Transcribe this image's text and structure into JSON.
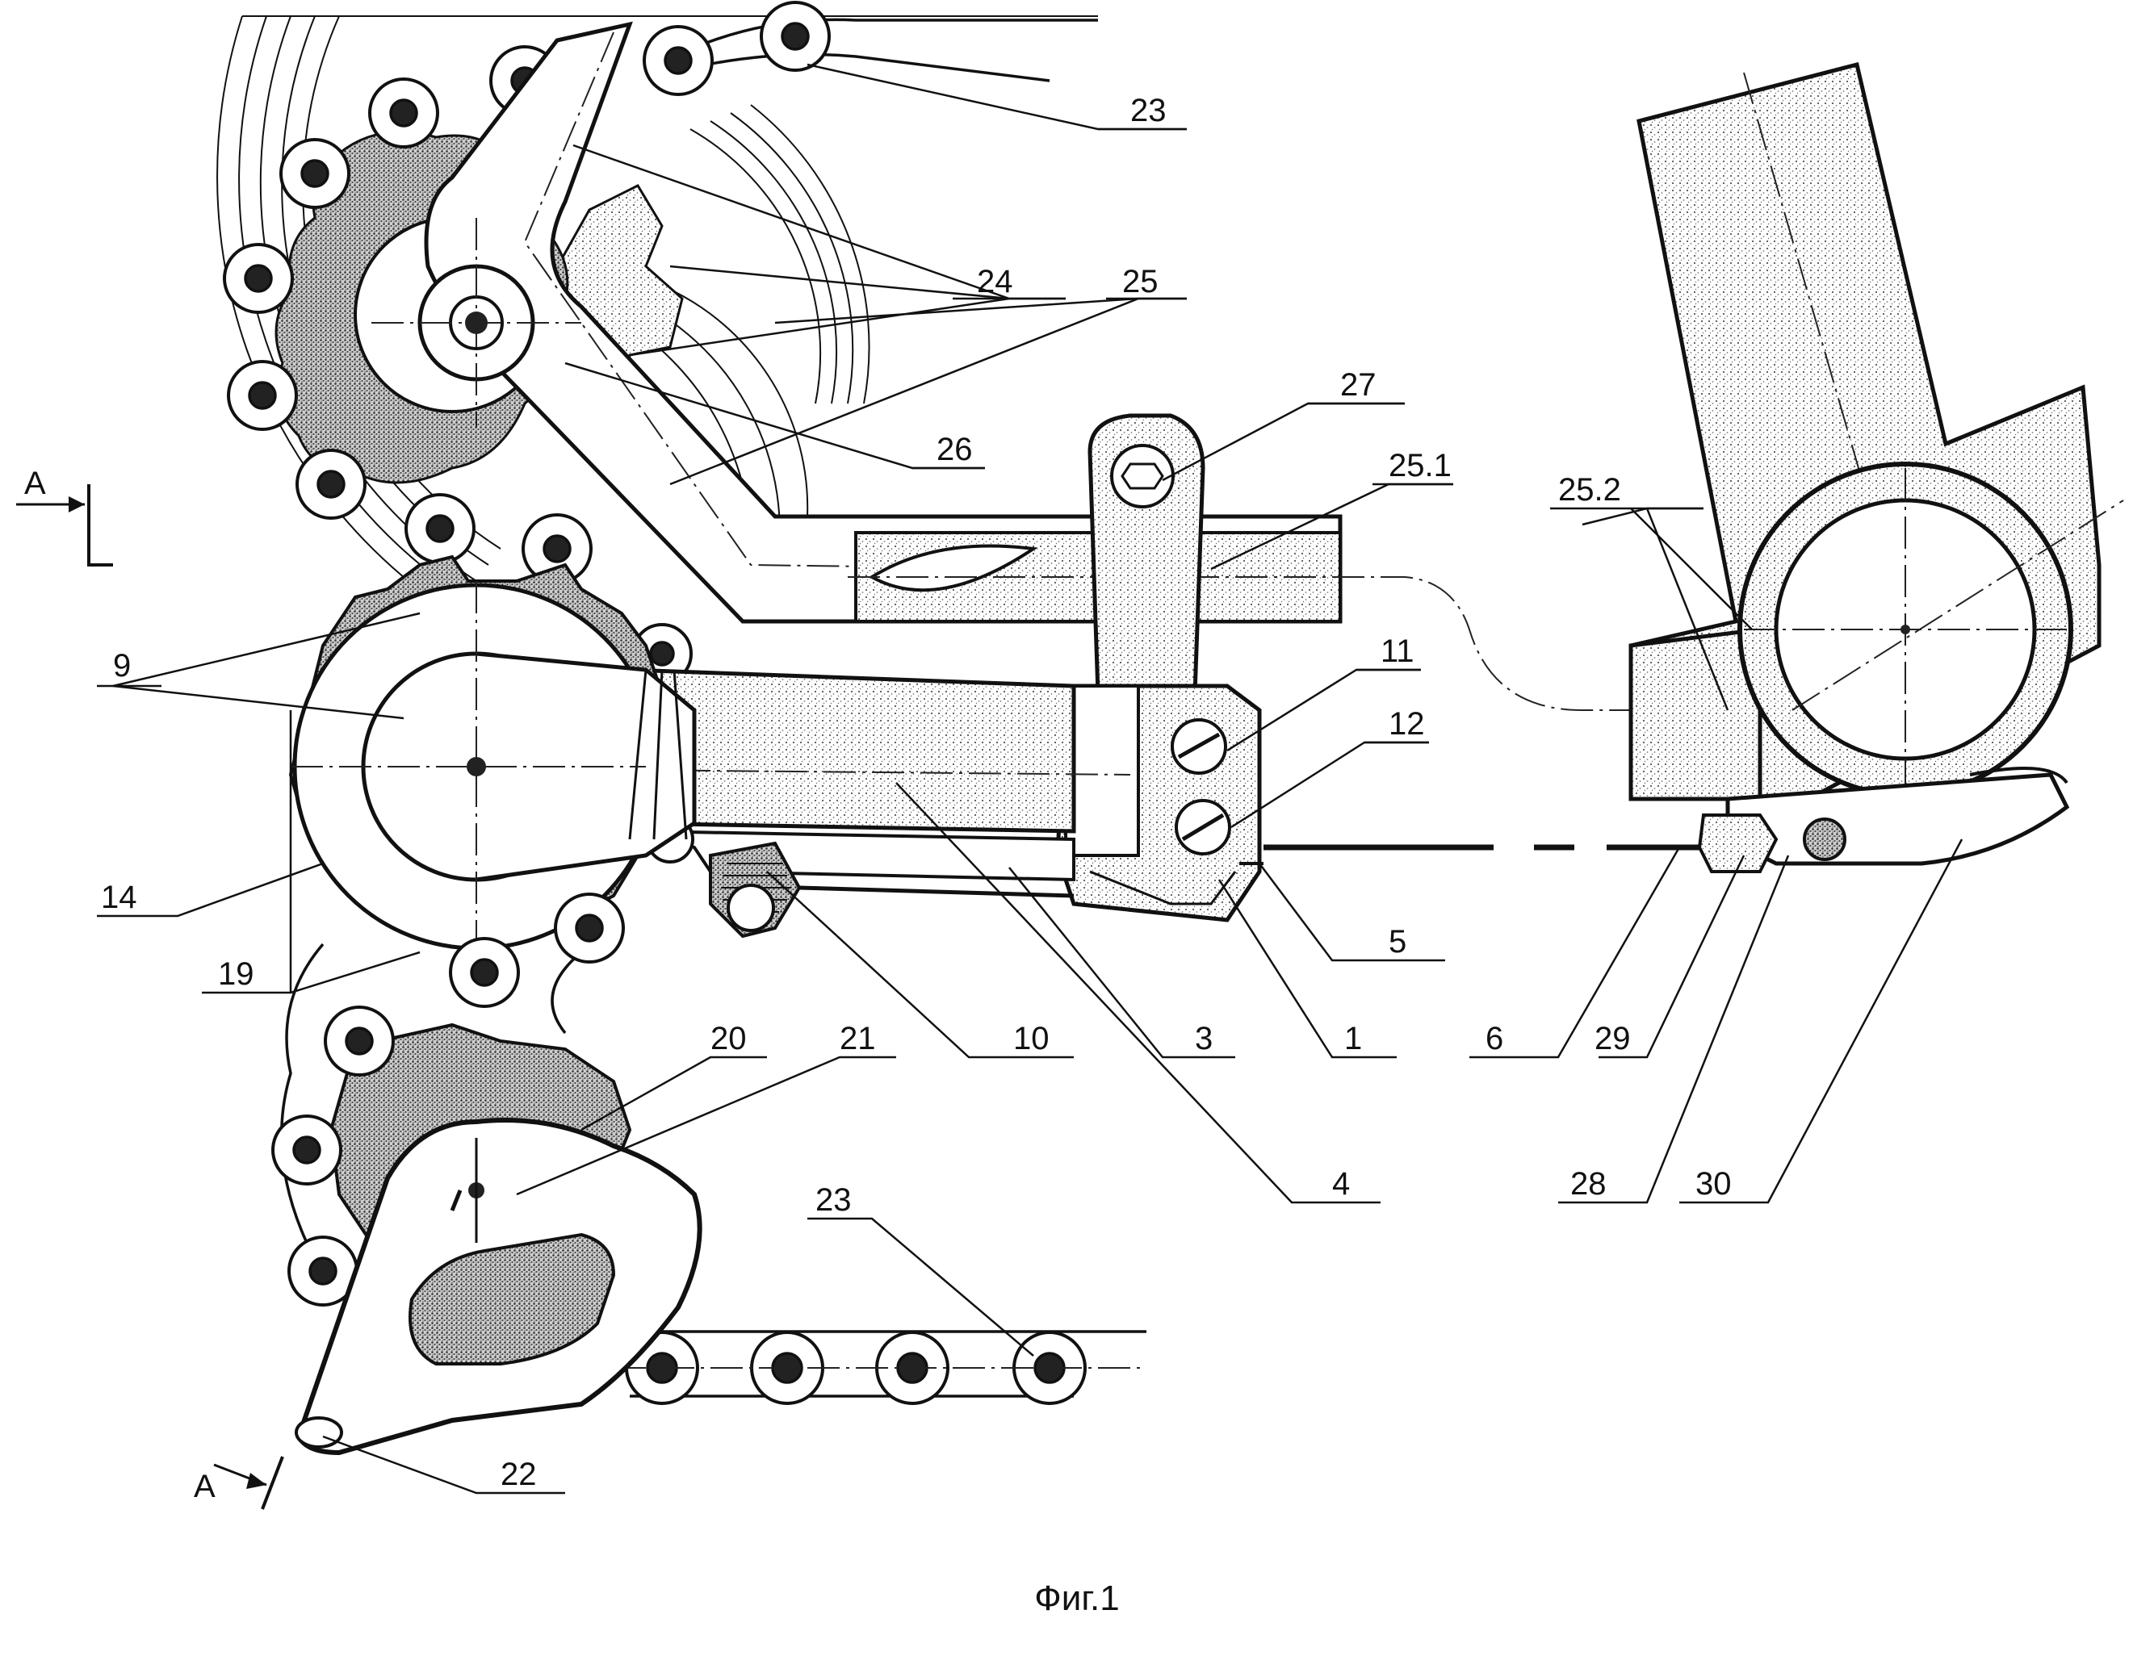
{
  "figure": {
    "caption": "Фиг.1",
    "section_marker": "А"
  },
  "labels": {
    "l1": "1",
    "l3": "3",
    "l4": "4",
    "l5": "5",
    "l6": "6",
    "l9": "9",
    "l10": "10",
    "l11": "11",
    "l12": "12",
    "l14": "14",
    "l19": "19",
    "l20": "20",
    "l21": "21",
    "l22": "22",
    "l23a": "23",
    "l23b": "23",
    "l24": "24",
    "l25": "25",
    "l25_1": "25.1",
    "l25_2": "25.2",
    "l26": "26",
    "l27": "27",
    "l28": "28",
    "l29": "29",
    "l30": "30"
  },
  "colors": {
    "ink": "#111111",
    "paper": "#ffffff"
  }
}
